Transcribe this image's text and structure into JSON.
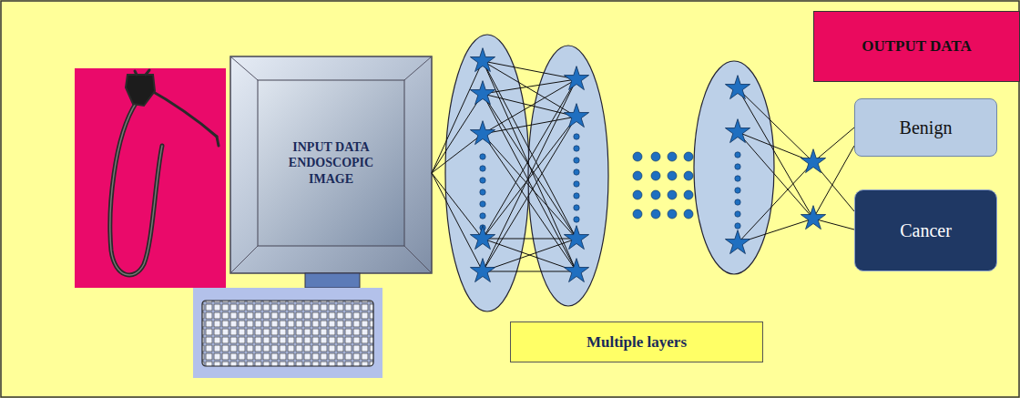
{
  "diagram": {
    "nodes": [
      {
        "text": [
          "INPUT DATA ENDOSCOPIC IMAGE"
        ]
      },
      {
        "text": [
          "OUTPUT DATA"
        ]
      },
      {
        "text": [
          "Benign"
        ]
      },
      {
        "text": [
          "Cancer"
        ]
      },
      {
        "text": [
          "Multiple layers"
        ]
      }
    ]
  }
}
